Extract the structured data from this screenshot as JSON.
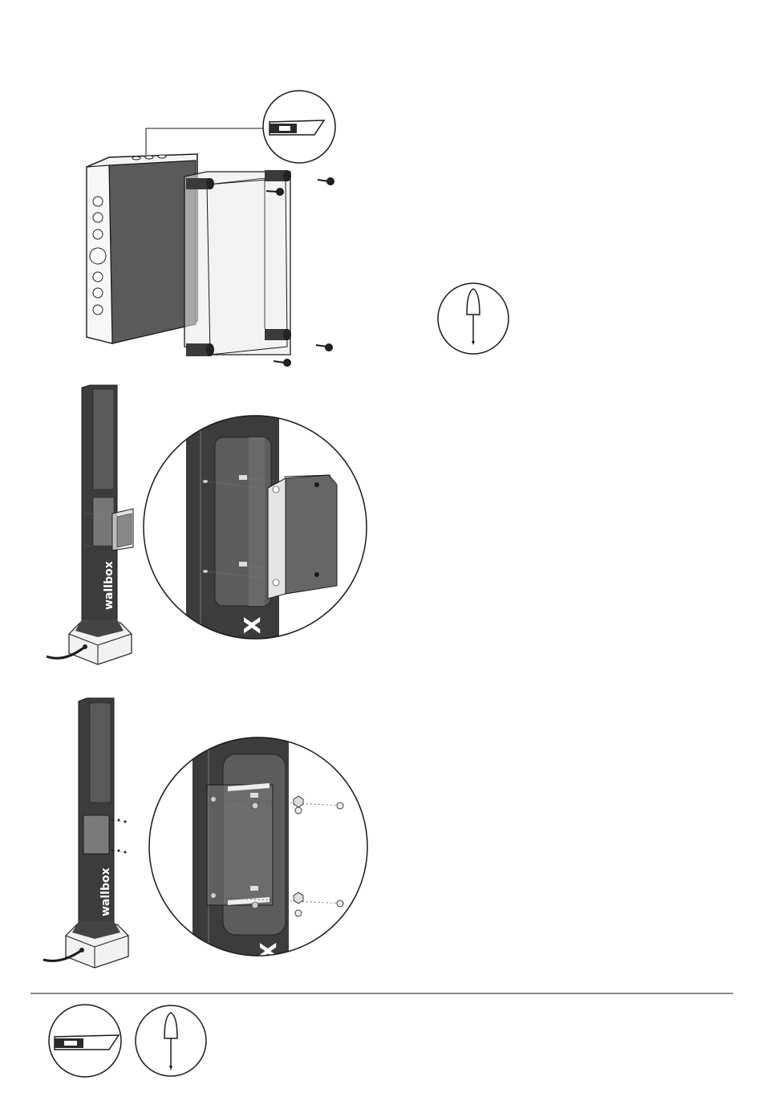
{
  "pillar_branding": {
    "logo_text": "wallbox",
    "logo_fragment": "X"
  },
  "steps": [
    {
      "name": "step-1",
      "icons": [
        "cutter-icon",
        "screwdriver-icon"
      ]
    },
    {
      "name": "step-2",
      "icons": []
    },
    {
      "name": "step-3",
      "icons": []
    }
  ],
  "tools_legend": {
    "icons": [
      "cutter-icon",
      "screwdriver-icon"
    ]
  },
  "colors": {
    "line": "#1a1a1a",
    "dark_panel": "#555555",
    "pillar": "#3c3c3c",
    "light_fill": "#efefef"
  }
}
